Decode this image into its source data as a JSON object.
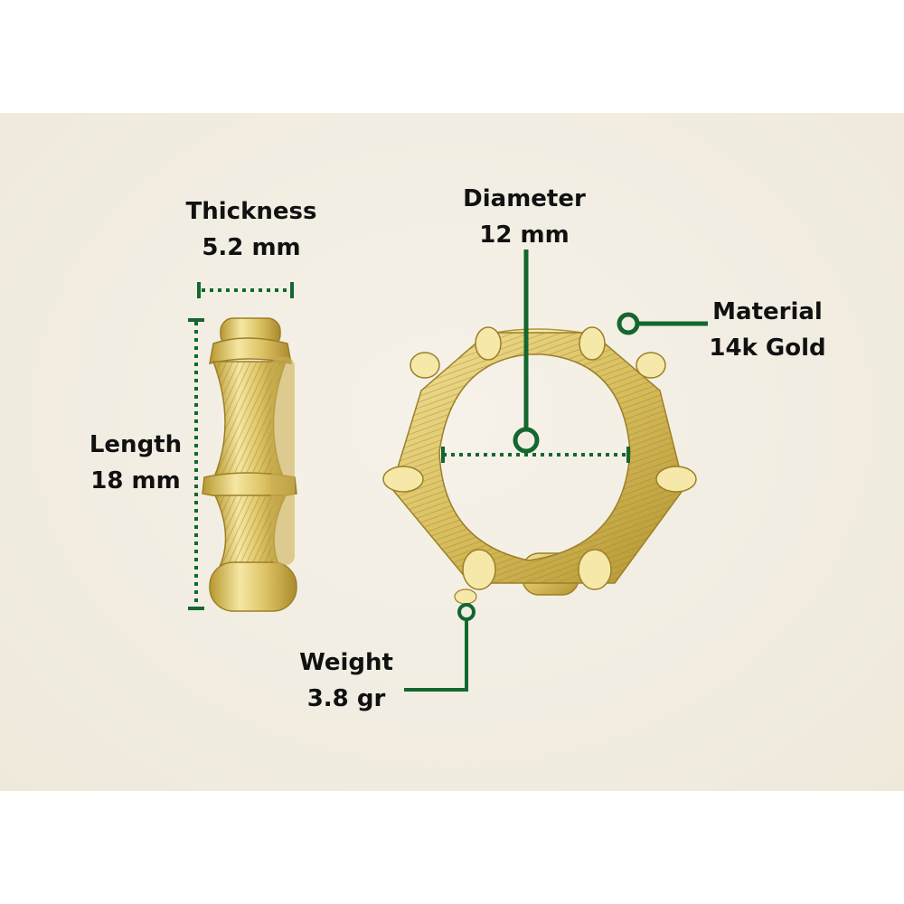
{
  "specs": {
    "thickness": {
      "title": "Thickness",
      "value": "5.2 mm"
    },
    "diameter": {
      "title": "Diameter",
      "value": "12 mm"
    },
    "material": {
      "title": "Material",
      "value": "14k Gold"
    },
    "length": {
      "title": "Length",
      "value": "18 mm"
    },
    "weight": {
      "title": "Weight",
      "value": "3.8 gr"
    }
  },
  "colors": {
    "background": "#f2ede2",
    "annotation": "#13672f",
    "gold_light": "#f3e39a",
    "gold_mid": "#d8be5e",
    "gold_dark": "#a98a2c"
  }
}
